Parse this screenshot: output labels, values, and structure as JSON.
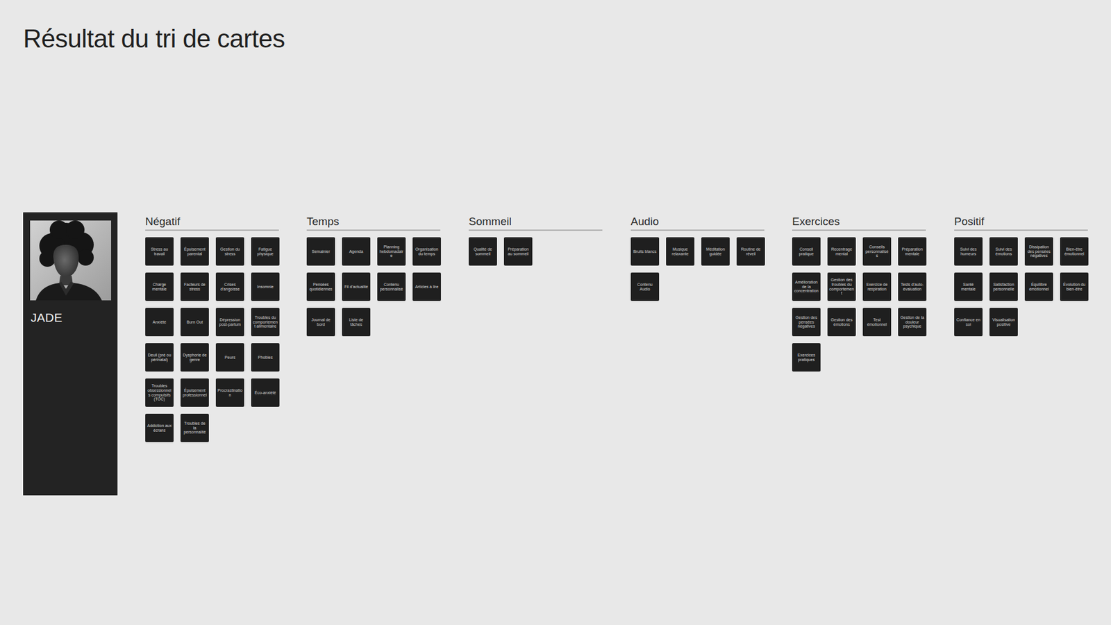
{
  "diagram": {
    "title": "Résultat du tri de cartes",
    "nodes": [
      {
        "text": [
          "JADE"
        ]
      },
      {
        "text": [
          "Négatif"
        ]
      },
      {
        "text": [
          "Stress au travail"
        ],
        "in": 1
      },
      {
        "text": [
          "Épuisement parental"
        ],
        "in": 1
      },
      {
        "text": [
          "Gestion du stress"
        ],
        "in": 1
      },
      {
        "text": [
          "Fatigue physique"
        ],
        "in": 1
      },
      {
        "text": [
          "Charge mentale"
        ],
        "in": 1
      },
      {
        "text": [
          "Facteurs de stress"
        ],
        "in": 1
      },
      {
        "text": [
          "Crises d'angoisse"
        ],
        "in": 1
      },
      {
        "text": [
          "Insomnie"
        ],
        "in": 1
      },
      {
        "text": [
          "Anxiété"
        ],
        "in": 1
      },
      {
        "text": [
          "Burn Out"
        ],
        "in": 1
      },
      {
        "text": [
          "Dépression post-partum"
        ],
        "in": 1
      },
      {
        "text": [
          "Troubles du comportement alimentaire"
        ],
        "in": 1
      },
      {
        "text": [
          "Deuil (pré ou périnatal)"
        ],
        "in": 1
      },
      {
        "text": [
          "Dysphorie de genre"
        ],
        "in": 1
      },
      {
        "text": [
          "Peurs"
        ],
        "in": 1
      },
      {
        "text": [
          "Phobies"
        ],
        "in": 1
      },
      {
        "text": [
          "Troubles obsessionnels compulsifs (TOC)"
        ],
        "in": 1
      },
      {
        "text": [
          "Épuisement professionnel"
        ],
        "in": 1
      },
      {
        "text": [
          "Procrastination"
        ],
        "in": 1
      },
      {
        "text": [
          "Éco-anxiété"
        ],
        "in": 1
      },
      {
        "text": [
          "Addiction aux écrans"
        ],
        "in": 1
      },
      {
        "text": [
          "Troubles de la personnalité"
        ],
        "in": 1
      },
      {
        "text": [
          "Temps"
        ]
      },
      {
        "text": [
          "Semainier"
        ],
        "in": 24
      },
      {
        "text": [
          "Agenda"
        ],
        "in": 24
      },
      {
        "text": [
          "Planning hebdomadaire"
        ],
        "in": 24
      },
      {
        "text": [
          "Organisation du temps"
        ],
        "in": 24
      },
      {
        "text": [
          "Pensées quotidiennes"
        ],
        "in": 24
      },
      {
        "text": [
          "Fil d'actualité"
        ],
        "in": 24
      },
      {
        "text": [
          "Contenu personnalisé"
        ],
        "in": 24
      },
      {
        "text": [
          "Articles à lire"
        ],
        "in": 24
      },
      {
        "text": [
          "Journal de bord"
        ],
        "in": 24
      },
      {
        "text": [
          "Liste de tâches"
        ],
        "in": 24
      },
      {
        "text": [
          "Sommeil"
        ]
      },
      {
        "text": [
          "Qualité de sommeil"
        ],
        "in": 35
      },
      {
        "text": [
          "Préparation au sommeil"
        ],
        "in": 35
      },
      {
        "text": [
          "Audio"
        ]
      },
      {
        "text": [
          "Bruits blancs"
        ],
        "in": 38
      },
      {
        "text": [
          "Musique relaxante"
        ],
        "in": 38
      },
      {
        "text": [
          "Méditation guidée"
        ],
        "in": 38
      },
      {
        "text": [
          "Routine de réveil"
        ],
        "in": 38
      },
      {
        "text": [
          "Contenu Audio"
        ],
        "in": 38
      },
      {
        "text": [
          "Exercices"
        ]
      },
      {
        "text": [
          "Conseil pratique"
        ],
        "in": 44
      },
      {
        "text": [
          "Recentrage mental"
        ],
        "in": 44
      },
      {
        "text": [
          "Conseils personnalisés"
        ],
        "in": 44
      },
      {
        "text": [
          "Préparation mentale"
        ],
        "in": 44
      },
      {
        "text": [
          "Amélioration de la concentration"
        ],
        "in": 44
      },
      {
        "text": [
          "Gestion des troubles du comportement"
        ],
        "in": 44
      },
      {
        "text": [
          "Exercice de respiration"
        ],
        "in": 44
      },
      {
        "text": [
          "Tests d'auto-évaluation"
        ],
        "in": 44
      },
      {
        "text": [
          "Gestion des pensées négatives"
        ],
        "in": 44
      },
      {
        "text": [
          "Gestion des émotions"
        ],
        "in": 44
      },
      {
        "text": [
          "Test émotionnel"
        ],
        "in": 44
      },
      {
        "text": [
          "Gestion de la douleur psychique"
        ],
        "in": 44
      },
      {
        "text": [
          "Exercices pratiques"
        ],
        "in": 44
      },
      {
        "text": [
          "Positif"
        ]
      },
      {
        "text": [
          "Suivi des humeurs"
        ],
        "in": 58
      },
      {
        "text": [
          "Suivi des émotions"
        ],
        "in": 58
      },
      {
        "text": [
          "Dissipation des pensées négatives"
        ],
        "in": 58
      },
      {
        "text": [
          "Bien-être émotionnel"
        ],
        "in": 58
      },
      {
        "text": [
          "Santé mentale"
        ],
        "in": 58
      },
      {
        "text": [
          "Satisfaction personnelle"
        ],
        "in": 58
      },
      {
        "text": [
          "Équilibre émotionnel"
        ],
        "in": 58
      },
      {
        "text": [
          "Évolution du bien-être"
        ],
        "in": 58
      },
      {
        "text": [
          "Confiance en soi"
        ],
        "in": 58
      },
      {
        "text": [
          "Visualisation positive"
        ],
        "in": 58
      }
    ]
  }
}
